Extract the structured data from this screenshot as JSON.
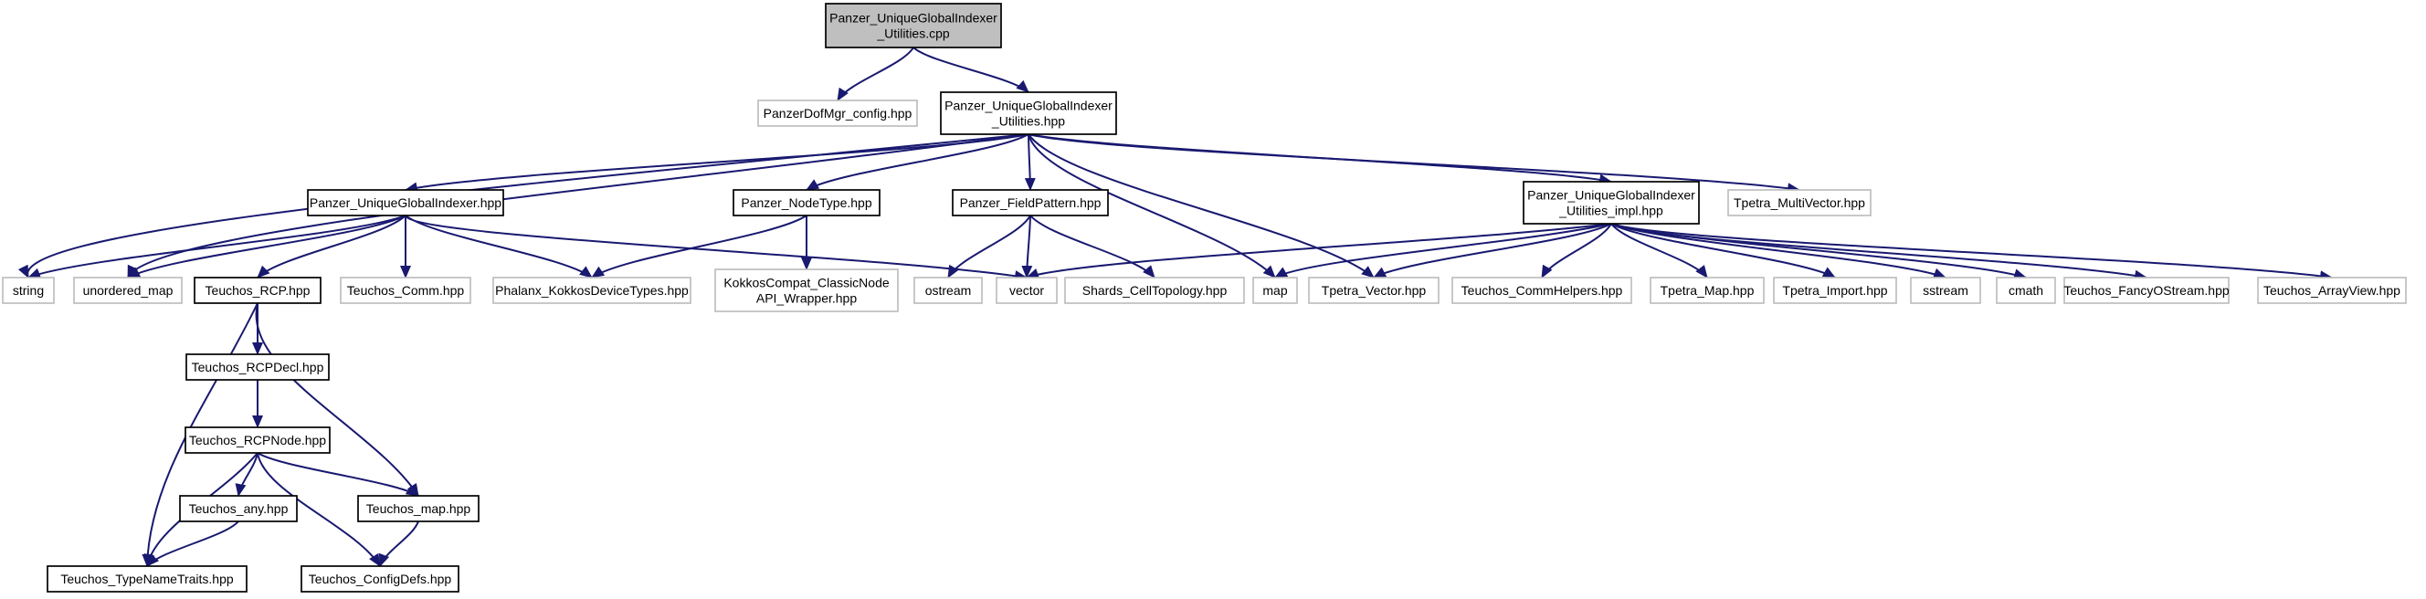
{
  "graph": {
    "colors": {
      "root_fill": "#bfbfbf",
      "documented_border": "#000000",
      "external_border": "#bfbfbf",
      "node_fill": "#ffffff",
      "edge": "#191970",
      "text": "#000000"
    },
    "nodes": [
      {
        "id": "root",
        "lines": [
          "Panzer_UniqueGlobalIndexer",
          "_Utilities.cpp"
        ],
        "kind": "root"
      },
      {
        "id": "dofmgr_config",
        "lines": [
          "PanzerDofMgr_config.hpp"
        ],
        "kind": "external"
      },
      {
        "id": "ugi_utilities",
        "lines": [
          "Panzer_UniqueGlobalIndexer",
          "_Utilities.hpp"
        ],
        "kind": "documented"
      },
      {
        "id": "ugi",
        "lines": [
          "Panzer_UniqueGlobalIndexer.hpp"
        ],
        "kind": "documented"
      },
      {
        "id": "nodetype",
        "lines": [
          "Panzer_NodeType.hpp"
        ],
        "kind": "documented"
      },
      {
        "id": "fieldpattern",
        "lines": [
          "Panzer_FieldPattern.hpp"
        ],
        "kind": "documented"
      },
      {
        "id": "ugi_impl",
        "lines": [
          "Panzer_UniqueGlobalIndexer",
          "_Utilities_impl.hpp"
        ],
        "kind": "documented"
      },
      {
        "id": "tpetra_multivector",
        "lines": [
          "Tpetra_MultiVector.hpp"
        ],
        "kind": "external"
      },
      {
        "id": "string",
        "lines": [
          "string"
        ],
        "kind": "external"
      },
      {
        "id": "unordered_map",
        "lines": [
          "unordered_map"
        ],
        "kind": "external"
      },
      {
        "id": "teuchos_rcp",
        "lines": [
          "Teuchos_RCP.hpp"
        ],
        "kind": "documented"
      },
      {
        "id": "teuchos_comm",
        "lines": [
          "Teuchos_Comm.hpp"
        ],
        "kind": "external"
      },
      {
        "id": "phalanx_kokkos",
        "lines": [
          "Phalanx_KokkosDeviceTypes.hpp"
        ],
        "kind": "external"
      },
      {
        "id": "kokkoscompat",
        "lines": [
          "KokkosCompat_ClassicNode",
          "API_Wrapper.hpp"
        ],
        "kind": "external"
      },
      {
        "id": "ostream",
        "lines": [
          "ostream"
        ],
        "kind": "external"
      },
      {
        "id": "vector",
        "lines": [
          "vector"
        ],
        "kind": "external"
      },
      {
        "id": "shards",
        "lines": [
          "Shards_CellTopology.hpp"
        ],
        "kind": "external"
      },
      {
        "id": "map",
        "lines": [
          "map"
        ],
        "kind": "external"
      },
      {
        "id": "tpetra_vector",
        "lines": [
          "Tpetra_Vector.hpp"
        ],
        "kind": "external"
      },
      {
        "id": "teuchos_commhelpers",
        "lines": [
          "Teuchos_CommHelpers.hpp"
        ],
        "kind": "external"
      },
      {
        "id": "tpetra_map",
        "lines": [
          "Tpetra_Map.hpp"
        ],
        "kind": "external"
      },
      {
        "id": "tpetra_import",
        "lines": [
          "Tpetra_Import.hpp"
        ],
        "kind": "external"
      },
      {
        "id": "sstream",
        "lines": [
          "sstream"
        ],
        "kind": "external"
      },
      {
        "id": "cmath",
        "lines": [
          "cmath"
        ],
        "kind": "external"
      },
      {
        "id": "teuchos_fancyostream",
        "lines": [
          "Teuchos_FancyOStream.hpp"
        ],
        "kind": "external"
      },
      {
        "id": "teuchos_arrayview",
        "lines": [
          "Teuchos_ArrayView.hpp"
        ],
        "kind": "external"
      },
      {
        "id": "teuchos_rcpdecl",
        "lines": [
          "Teuchos_RCPDecl.hpp"
        ],
        "kind": "documented"
      },
      {
        "id": "teuchos_rcpnode",
        "lines": [
          "Teuchos_RCPNode.hpp"
        ],
        "kind": "documented"
      },
      {
        "id": "teuchos_any",
        "lines": [
          "Teuchos_any.hpp"
        ],
        "kind": "documented"
      },
      {
        "id": "teuchos_map",
        "lines": [
          "Teuchos_map.hpp"
        ],
        "kind": "documented"
      },
      {
        "id": "teuchos_typenametraits",
        "lines": [
          "Teuchos_TypeNameTraits.hpp"
        ],
        "kind": "documented"
      },
      {
        "id": "teuchos_configdefs",
        "lines": [
          "Teuchos_ConfigDefs.hpp"
        ],
        "kind": "documented"
      }
    ],
    "edges": [
      {
        "from": "root",
        "to": "dofmgr_config"
      },
      {
        "from": "root",
        "to": "ugi_utilities"
      },
      {
        "from": "ugi_utilities",
        "to": "string"
      },
      {
        "from": "ugi_utilities",
        "to": "unordered_map"
      },
      {
        "from": "ugi_utilities",
        "to": "ugi"
      },
      {
        "from": "ugi_utilities",
        "to": "nodetype"
      },
      {
        "from": "ugi_utilities",
        "to": "fieldpattern"
      },
      {
        "from": "ugi_utilities",
        "to": "map"
      },
      {
        "from": "ugi_utilities",
        "to": "tpetra_vector"
      },
      {
        "from": "ugi_utilities",
        "to": "ugi_impl"
      },
      {
        "from": "ugi_utilities",
        "to": "tpetra_multivector"
      },
      {
        "from": "ugi",
        "to": "string"
      },
      {
        "from": "ugi",
        "to": "unordered_map"
      },
      {
        "from": "ugi",
        "to": "teuchos_rcp"
      },
      {
        "from": "ugi",
        "to": "teuchos_comm"
      },
      {
        "from": "ugi",
        "to": "phalanx_kokkos"
      },
      {
        "from": "ugi",
        "to": "vector"
      },
      {
        "from": "nodetype",
        "to": "phalanx_kokkos"
      },
      {
        "from": "nodetype",
        "to": "kokkoscompat"
      },
      {
        "from": "fieldpattern",
        "to": "ostream"
      },
      {
        "from": "fieldpattern",
        "to": "vector"
      },
      {
        "from": "fieldpattern",
        "to": "shards"
      },
      {
        "from": "ugi_impl",
        "to": "vector"
      },
      {
        "from": "ugi_impl",
        "to": "map"
      },
      {
        "from": "ugi_impl",
        "to": "tpetra_vector"
      },
      {
        "from": "ugi_impl",
        "to": "teuchos_commhelpers"
      },
      {
        "from": "ugi_impl",
        "to": "tpetra_map"
      },
      {
        "from": "ugi_impl",
        "to": "tpetra_import"
      },
      {
        "from": "ugi_impl",
        "to": "sstream"
      },
      {
        "from": "ugi_impl",
        "to": "cmath"
      },
      {
        "from": "ugi_impl",
        "to": "teuchos_fancyostream"
      },
      {
        "from": "ugi_impl",
        "to": "teuchos_arrayview"
      },
      {
        "from": "teuchos_rcp",
        "to": "teuchos_rcpdecl"
      },
      {
        "from": "teuchos_rcp",
        "to": "teuchos_typenametraits"
      },
      {
        "from": "teuchos_rcp",
        "to": "teuchos_map"
      },
      {
        "from": "teuchos_rcpdecl",
        "to": "teuchos_rcpnode"
      },
      {
        "from": "teuchos_rcpnode",
        "to": "teuchos_any"
      },
      {
        "from": "teuchos_rcpnode",
        "to": "teuchos_map"
      },
      {
        "from": "teuchos_rcpnode",
        "to": "teuchos_typenametraits"
      },
      {
        "from": "teuchos_rcpnode",
        "to": "teuchos_configdefs"
      },
      {
        "from": "teuchos_any",
        "to": "teuchos_typenametraits"
      },
      {
        "from": "teuchos_map",
        "to": "teuchos_configdefs"
      }
    ]
  }
}
